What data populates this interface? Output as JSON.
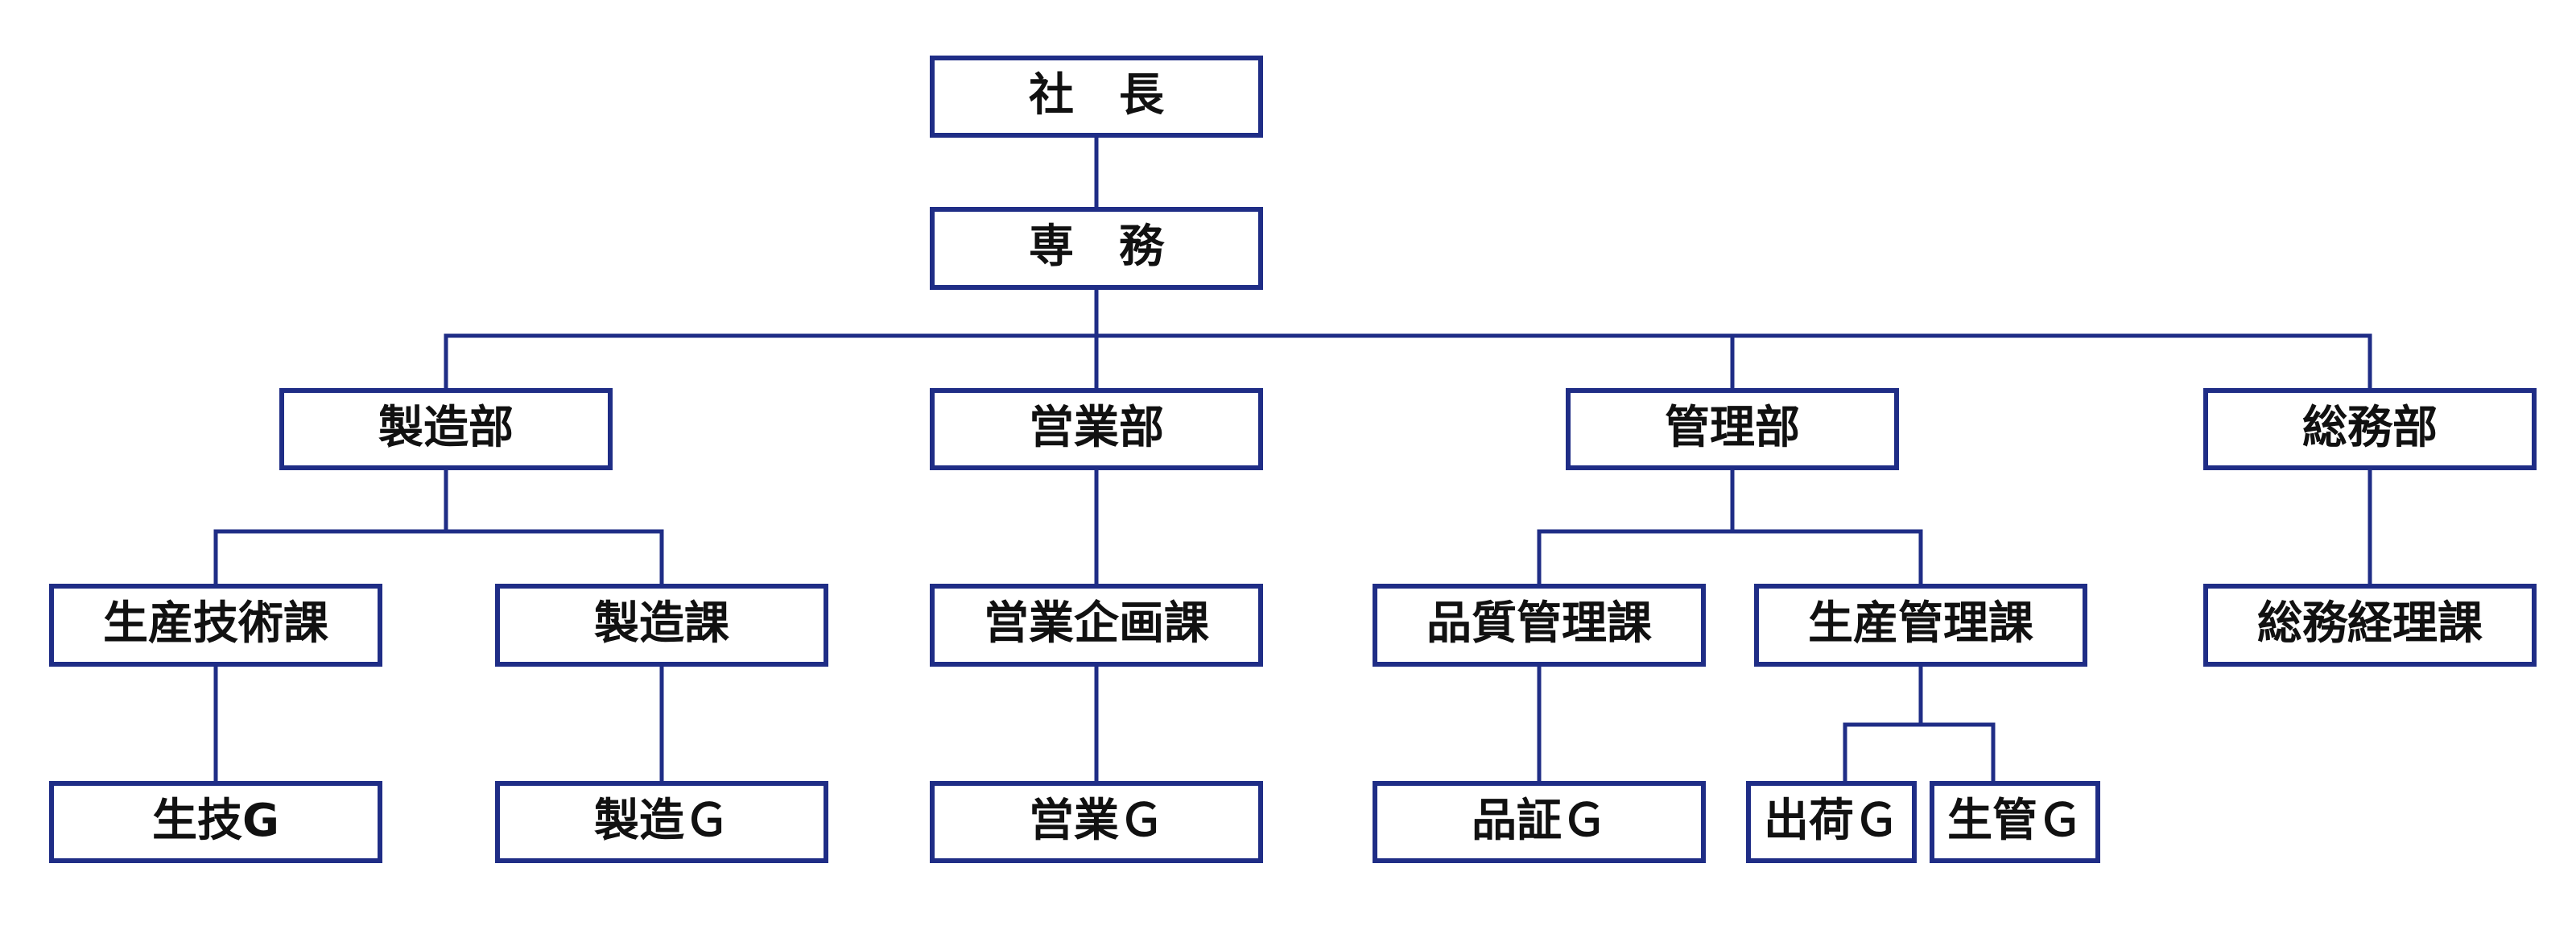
{
  "colors": {
    "line": "#1f2d86",
    "box_fill": "#ffffff",
    "text": "#111111"
  },
  "org": {
    "president": "社　長",
    "senior_director": "専　務",
    "manufacturing_dept": "製造部",
    "sales_dept": "営業部",
    "management_dept": "管理部",
    "general_affairs_dept": "総務部",
    "production_engineering_section": "生産技術課",
    "manufacturing_section": "製造課",
    "sales_planning_section": "営業企画課",
    "quality_control_section": "品質管理課",
    "production_control_section": "生産管理課",
    "general_accounting_section": "総務経理課",
    "prod_tech_group": "生技G",
    "manufacturing_group": "製造Ｇ",
    "sales_group": "営業Ｇ",
    "quality_assurance_group": "品証Ｇ",
    "shipping_group": "出荷Ｇ",
    "production_mgmt_group": "生管Ｇ"
  }
}
